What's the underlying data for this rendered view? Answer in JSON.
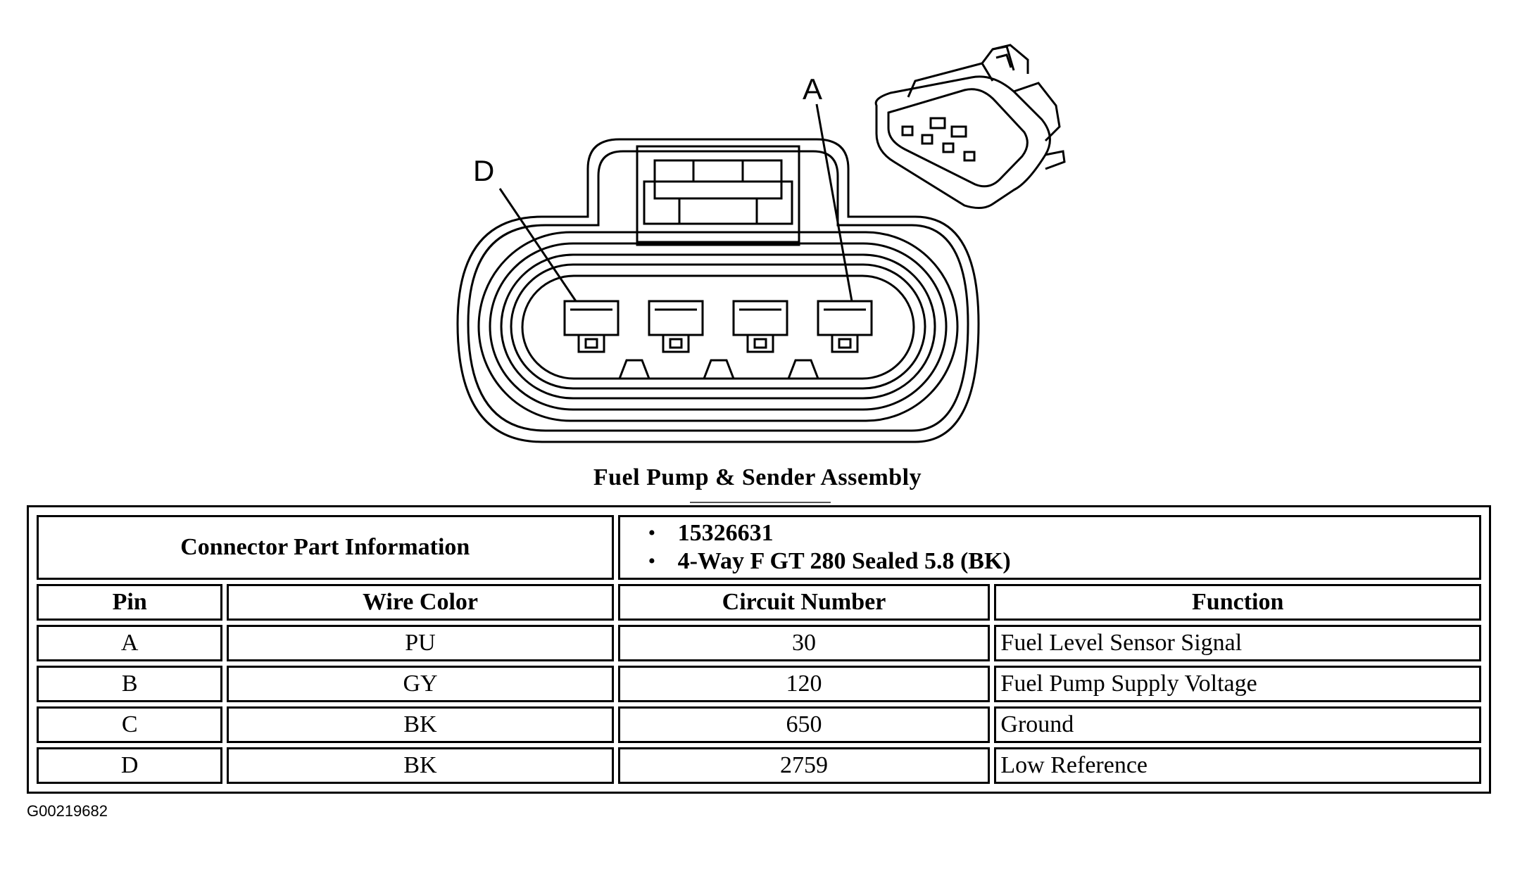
{
  "diagram": {
    "pin_labels": {
      "a": "A",
      "d": "D"
    }
  },
  "title": "Fuel Pump & Sender Assembly",
  "connector_info": {
    "label": "Connector Part Information",
    "bullets": [
      "15326631",
      "4-Way F GT 280 Sealed 5.8 (BK)"
    ]
  },
  "table": {
    "headers": [
      "Pin",
      "Wire Color",
      "Circuit Number",
      "Function"
    ],
    "rows": [
      {
        "pin": "A",
        "wire_color": "PU",
        "circuit": "30",
        "function": "Fuel Level Sensor Signal"
      },
      {
        "pin": "B",
        "wire_color": "GY",
        "circuit": "120",
        "function": "Fuel Pump Supply Voltage"
      },
      {
        "pin": "C",
        "wire_color": "BK",
        "circuit": "650",
        "function": "Ground"
      },
      {
        "pin": "D",
        "wire_color": "BK",
        "circuit": "2759",
        "function": "Low Reference"
      }
    ]
  },
  "figure_id": "G00219682"
}
